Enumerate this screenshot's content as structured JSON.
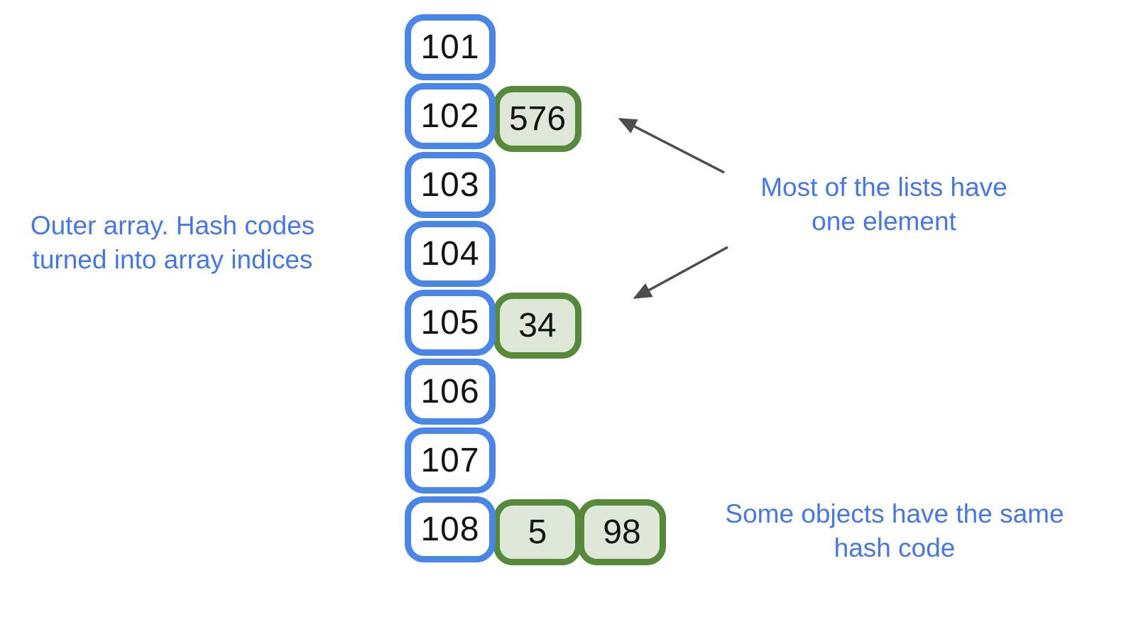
{
  "colors": {
    "array_border_blue": "#4a86e8",
    "chain_border_green": "#568a3a",
    "chain_fill_green": "#dfe8d8",
    "annotation_blue": "#4677e8",
    "arrow_gray": "#4d4d4d",
    "number_text": "#141414",
    "background": "#ffffff"
  },
  "array": {
    "rows": [
      {
        "label": "101",
        "chain": []
      },
      {
        "label": "102",
        "chain": [
          "576"
        ]
      },
      {
        "label": "103",
        "chain": []
      },
      {
        "label": "104",
        "chain": []
      },
      {
        "label": "105",
        "chain": [
          "34"
        ]
      },
      {
        "label": "106",
        "chain": []
      },
      {
        "label": "107",
        "chain": []
      },
      {
        "label": "108",
        "chain": [
          "5",
          "98"
        ]
      }
    ]
  },
  "annotations": {
    "left": {
      "line1": "Outer array. Hash codes",
      "line2": "turned into array indices"
    },
    "right": {
      "line1": "Most of the lists have",
      "line2": "one element"
    },
    "bottom": {
      "line1": "Some objects have the same",
      "line2": "hash code"
    }
  }
}
